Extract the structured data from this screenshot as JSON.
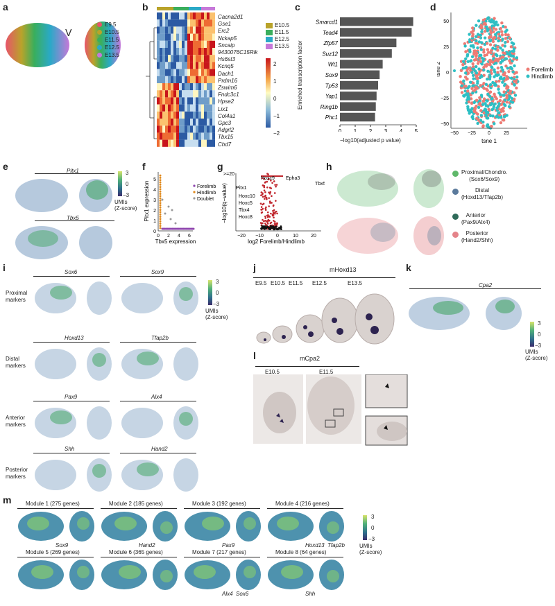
{
  "panel_letters": [
    "a",
    "b",
    "c",
    "d",
    "e",
    "f",
    "g",
    "h",
    "i",
    "j",
    "k",
    "l",
    "m"
  ],
  "legend_a": [
    {
      "label": "E9.5",
      "color": "#e8546a"
    },
    {
      "label": "E10.5",
      "color": "#b9a32a"
    },
    {
      "label": "E11.5",
      "color": "#3aae5c"
    },
    {
      "label": "E12.5",
      "color": "#2aa9c7"
    },
    {
      "label": "E13.5",
      "color": "#c678d9"
    }
  ],
  "heatmap_b": {
    "genes": [
      "Cacna2d1",
      "Gse1",
      "Erc2",
      "Nckap5",
      "Sncaip",
      "9430076C15Rik",
      "Hs6st3",
      "Kcnq5",
      "Dach1",
      "Prdm16",
      "Zswim6",
      "Fndc3c1",
      "Hpse2",
      "Lix1",
      "Col4a1",
      "Gpc3",
      "Adgrl2",
      "Tbx15",
      "Chd7"
    ],
    "legend": [
      "E10.5",
      "E11.5",
      "E12.5",
      "E13.5"
    ],
    "legend_colors": [
      "#b9a32a",
      "#3aae5c",
      "#2aa9c7",
      "#c678d9"
    ],
    "scale_ticks": [
      "2",
      "1",
      "0",
      "−1",
      "−2"
    ]
  },
  "chart_data": [
    {
      "type": "bar",
      "categories": [
        "Smarcd1",
        "Tead4",
        "Zfp57",
        "Suz12",
        "Wt1",
        "Sox9",
        "Tp53",
        "Yap1",
        "Ring1b",
        "Phc1"
      ],
      "values": [
        4.8,
        4.7,
        3.7,
        3.4,
        2.8,
        2.6,
        2.5,
        2.4,
        2.35,
        2.3
      ],
      "xlabel": "−log10(adjusted p value)",
      "ylabel": "Enriched transcription factor",
      "xlim": [
        0,
        5
      ],
      "xticks": [
        "0",
        "1",
        "2",
        "3",
        "4",
        "5"
      ]
    },
    {
      "type": "scatter",
      "xlabel": "tsne 1",
      "ylabel": "tsne 2",
      "xticks": [
        "−50",
        "−25",
        "0",
        "25"
      ],
      "yticks": [
        "50",
        "25",
        "0",
        "−25",
        "−50"
      ],
      "series": [
        {
          "name": "Forelimb",
          "color": "#ee7b74"
        },
        {
          "name": "Hindlimb",
          "color": "#2dbfc4"
        }
      ]
    }
  ],
  "panel_e": {
    "genes": [
      "Pitx1",
      "Tbx5"
    ],
    "scale": [
      "3",
      "0",
      "−3"
    ],
    "unit": "UMIs\n(Z-score)"
  },
  "panel_f": {
    "xlabel": "Tbx5 expression",
    "ylabel": "Pitx1 expression",
    "xticks": [
      "0",
      "2",
      "4",
      "6"
    ],
    "yticks": [
      "0",
      "1",
      "2",
      "3",
      "4",
      "5"
    ],
    "legend": [
      {
        "label": "Forelimb",
        "color": "#8e44ad"
      },
      {
        "label": "Hindlimb",
        "color": "#e08a1e"
      },
      {
        "label": "Doublet",
        "color": "#999999"
      }
    ]
  },
  "panel_g": {
    "xlabel": "log2 Forelimb/Hindlimb",
    "ylabel": "−log10(q−value)",
    "ytop": ">=20",
    "xticks": [
      "−20",
      "−10",
      "0",
      "10",
      "20"
    ],
    "labels": [
      "Hoxc9",
      "Epha3",
      "Tbx5",
      "Pitx1",
      "Hoxc10",
      "Hoxc5",
      "Tbx4",
      "Hoxc8"
    ]
  },
  "panel_h": {
    "legend": [
      {
        "l1": "Proximal/Chondro.",
        "l2": "(Sox6/Sox9)",
        "color": "#5fb86a"
      },
      {
        "l1": "Distal",
        "l2": "(Hoxd13/Tfap2b)",
        "color": "#5b7a9c"
      },
      {
        "l1": "Anterior",
        "l2": "(Pax9/Alx4)",
        "color": "#2f6b5a"
      },
      {
        "l1": "Posterior",
        "l2": "(Hand2/Shh)",
        "color": "#e4848a"
      }
    ]
  },
  "panel_i": {
    "rows": [
      {
        "label": "Proximal\nmarkers",
        "genes": [
          "Sox6",
          "Sox9"
        ]
      },
      {
        "label": "Distal\nmarkers",
        "genes": [
          "Hoxd13",
          "Tfap2b"
        ]
      },
      {
        "label": "Anterior\nmarkers",
        "genes": [
          "Pax9",
          "Alx4"
        ]
      },
      {
        "label": "Posterior\nmarkers",
        "genes": [
          "Shh",
          "Hand2"
        ]
      }
    ],
    "scale": [
      "3",
      "0",
      "−3"
    ],
    "unit": "UMIs\n(Z-score)"
  },
  "panel_j": {
    "title": "mHoxd13",
    "stages": [
      "E9.5",
      "E10.5",
      "E11.5",
      "E12.5",
      "E13.5"
    ]
  },
  "panel_k": {
    "gene": "Cpa2",
    "scale": [
      "3",
      "0",
      "−3"
    ],
    "unit": "UMIs\n(Z-score)"
  },
  "panel_l": {
    "title": "mCpa2",
    "stages": [
      "E10.5",
      "E11.5"
    ]
  },
  "panel_m": {
    "modules": [
      "Module 1 (275 genes)",
      "Module 2 (185 genes)",
      "Module 3 (192 genes)",
      "Module 4 (216 genes)",
      "Module 5 (269 genes)",
      "Module 6 (365 genes)",
      "Module 7 (217 genes)",
      "Module 8 (64 genes)"
    ],
    "subgenes": [
      "Sox9",
      "Hand2",
      "Pax9",
      "Hoxd13  Tfap2b",
      "",
      "",
      "Alx4  Sox6",
      "Shh"
    ],
    "scale": [
      "3",
      "0",
      "−3"
    ],
    "unit": "UMIs\n(Z-score)"
  }
}
